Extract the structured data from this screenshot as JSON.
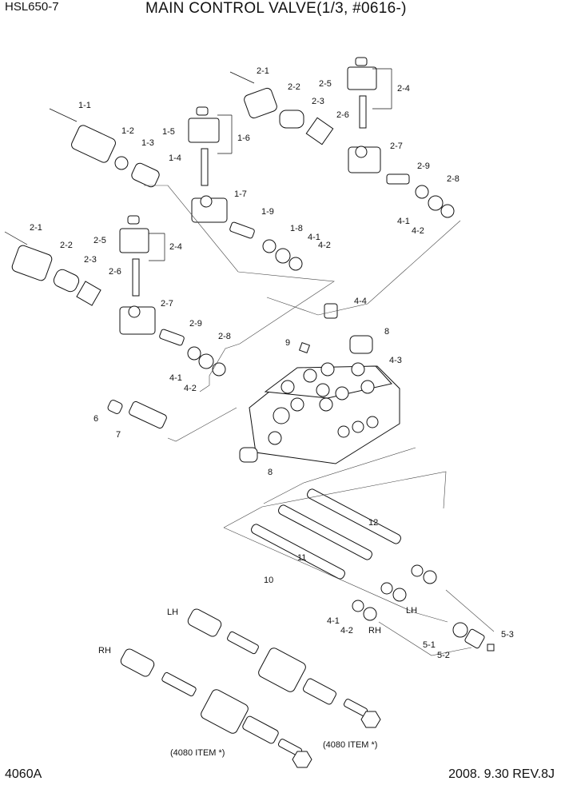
{
  "header": {
    "model": "HSL650-7",
    "title": "MAIN CONTROL VALVE(1/3, #0616-)"
  },
  "footer": {
    "code": "4060A",
    "date_rev": "2008. 9.30  REV.8J"
  },
  "callouts": {
    "c2_1_top": "2-1",
    "c2_2_top": "2-2",
    "c2_3_top": "2-3",
    "c2_4_top": "2-4",
    "c2_5_top": "2-5",
    "c2_6_top": "2-6",
    "c2_7_top": "2-7",
    "c2_8_top": "2-8",
    "c2_9_top": "2-9",
    "c4_1_top": "4-1",
    "c4_2_top": "4-2",
    "c1_1": "1-1",
    "c1_2": "1-2",
    "c1_3": "1-3",
    "c1_4": "1-4",
    "c1_5": "1-5",
    "c1_6": "1-6",
    "c1_7": "1-7",
    "c1_8": "1-8",
    "c1_9": "1-9",
    "c4_1_mid": "4-1",
    "c4_2_mid": "4-2",
    "c2_1_left": "2-1",
    "c2_2_left": "2-2",
    "c2_3_left": "2-3",
    "c2_4_left": "2-4",
    "c2_5_left": "2-5",
    "c2_6_left": "2-6",
    "c2_7_left": "2-7",
    "c2_8_left": "2-8",
    "c2_9_left": "2-9",
    "c4_1_left": "4-1",
    "c4_2_left": "4-2",
    "c4_4": "4-4",
    "c8_top": "8",
    "c9": "9",
    "c4_3": "4-3",
    "c6": "6",
    "c7": "7",
    "c8_bottom": "8",
    "c12": "12",
    "c11": "11",
    "c10": "10",
    "c_lh_ring": "LH",
    "c4_1_low": "4-1",
    "c4_2_low": "4-2",
    "c_rh_ring": "RH",
    "c5_1": "5-1",
    "c5_2": "5-2",
    "c5_3": "5-3",
    "c_lh_assy": "LH",
    "c_rh_assy": "RH",
    "note_upper": "(4080 ITEM *)",
    "note_lower": "(4080 ITEM *)"
  }
}
